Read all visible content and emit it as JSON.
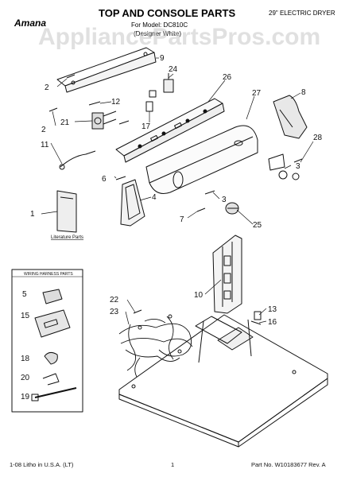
{
  "header": {
    "brand": "Amana",
    "title": "TOP AND CONSOLE PARTS",
    "subtitle": "For Model: DC810C",
    "subtitle2": "(Designer White)",
    "right_note": "29\" ELECTRIC DRYER"
  },
  "watermark": "AppliancePartsPros.com",
  "callouts": {
    "c9": "9",
    "c24": "24",
    "c26": "26",
    "c27": "27",
    "c8": "8",
    "c2a": "2",
    "c12": "12",
    "c2b": "2",
    "c21": "21",
    "c17": "17",
    "c11": "11",
    "c28": "28",
    "c3a": "3",
    "c6": "6",
    "c4": "4",
    "c3b": "3",
    "c1": "1",
    "c7": "7",
    "c25": "25",
    "c10": "10",
    "c5": "5",
    "c22": "22",
    "c23": "23",
    "c13": "13",
    "c16": "16",
    "c15": "15",
    "c18": "18",
    "c20": "20",
    "c19": "19"
  },
  "literature_label": "Literature Parts",
  "harness_box_label": "WIRING HARNESS PARTS",
  "footer": {
    "left": "1-08 Litho in U.S.A. (LT)",
    "center": "1",
    "right": "Part No. W10183677 Rev. A"
  }
}
